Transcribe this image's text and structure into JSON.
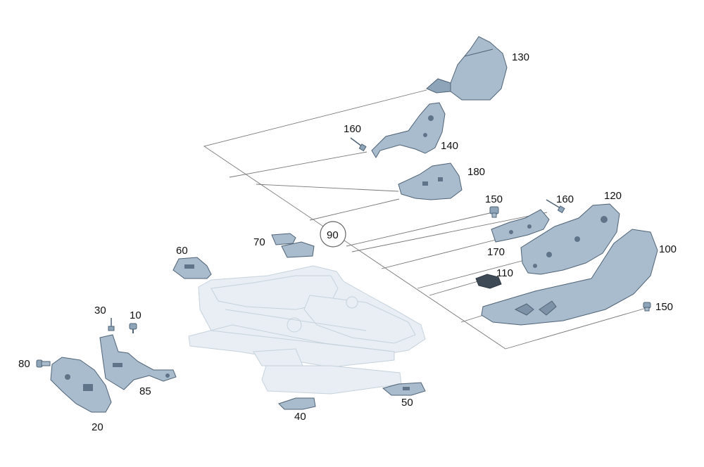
{
  "diagram": {
    "callouts": [
      {
        "id": "c130",
        "number": "130"
      },
      {
        "id": "c160a",
        "number": "160"
      },
      {
        "id": "c140",
        "number": "140"
      },
      {
        "id": "c180",
        "number": "180"
      },
      {
        "id": "c150a",
        "number": "150"
      },
      {
        "id": "c160b",
        "number": "160"
      },
      {
        "id": "c120",
        "number": "120"
      },
      {
        "id": "c90",
        "number": "90"
      },
      {
        "id": "c170",
        "number": "170"
      },
      {
        "id": "c100",
        "number": "100"
      },
      {
        "id": "c110",
        "number": "110"
      },
      {
        "id": "c150b",
        "number": "150"
      },
      {
        "id": "c70",
        "number": "70"
      },
      {
        "id": "c60",
        "number": "60"
      },
      {
        "id": "c30",
        "number": "30"
      },
      {
        "id": "c10",
        "number": "10"
      },
      {
        "id": "c80",
        "number": "80"
      },
      {
        "id": "c85",
        "number": "85"
      },
      {
        "id": "c20",
        "number": "20"
      },
      {
        "id": "c40",
        "number": "40"
      },
      {
        "id": "c50",
        "number": "50"
      }
    ],
    "colors": {
      "part_fill": "#a9bccd",
      "part_outline": "#4f6376",
      "frame_fill": "#e8eef3",
      "leader_line": "#777777"
    }
  }
}
